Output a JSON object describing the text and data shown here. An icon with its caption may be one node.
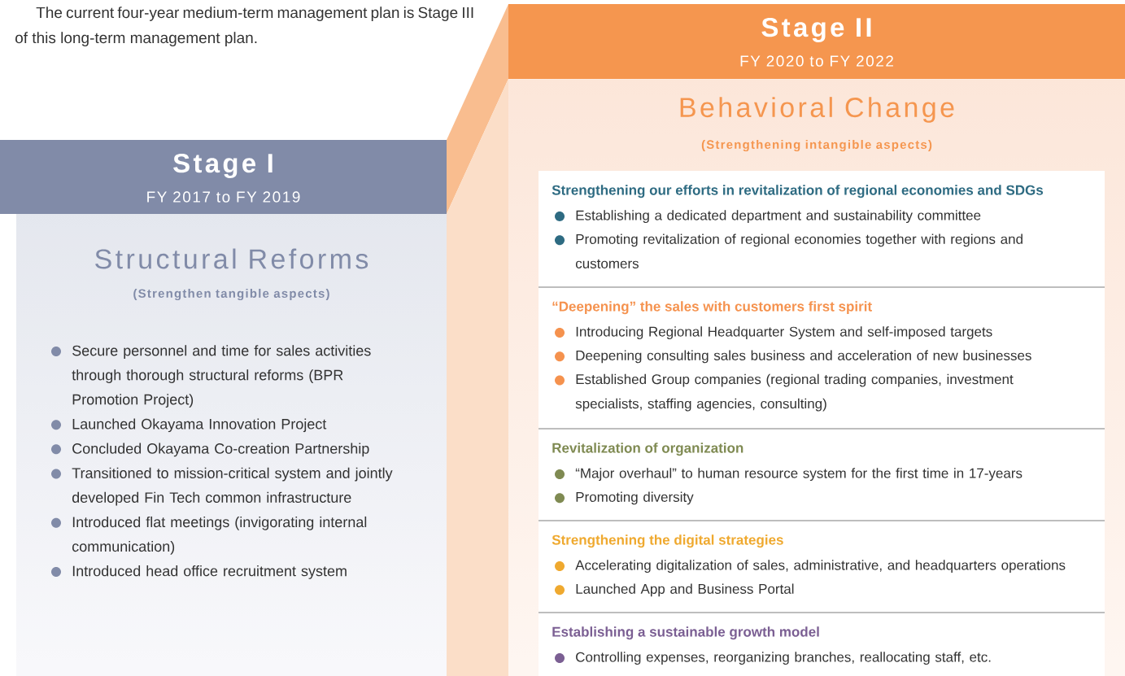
{
  "diagram": {
    "nodes": [
      {
        "text": [
          "Stage I",
          "FY 2017 to FY 2019"
        ]
      },
      {
        "text": [
          "Structural Reforms",
          "(Strengthen tangible aspects)",
          "Secure personnel and time for sales activities through thorough structural reforms (BPR Promotion Project)",
          "Launched Okayama Innovation Project",
          "Concluded Okayama Co-creation Partnership",
          "Transitioned to mission-critical system and jointly developed Fin Tech common infrastructure",
          "Introduced flat meetings (invigorating internal communication)",
          "Introduced head office recruitment system"
        ]
      },
      {
        "text": [
          "Stage II",
          "FY 2020 to FY 2022"
        ]
      },
      {
        "text": [
          "Behavioral Change",
          "(Strengthening intangible aspects)"
        ]
      },
      {
        "text": [
          "Strengthening our efforts in revitalization of regional economies and SDGs",
          "Establishing a dedicated department and sustainability committee",
          "Promoting revitalization of regional economies together with regions and customers"
        ],
        "in": 3
      },
      {
        "text": [
          "“Deepening” the sales with customers first spirit",
          "Introducing Regional Headquarter System and self-imposed targets",
          "Deepening consulting sales business and acceleration of new businesses",
          "Established Group companies (regional trading companies, investment specialists, staffing agencies, consulting)"
        ],
        "in": 3
      },
      {
        "text": [
          "Revitalization of organization",
          "“Major overhaul” to human resource system for the first time in 17-years",
          "Promoting diversity"
        ],
        "in": 3
      },
      {
        "text": [
          "Strengthening the digital strategies",
          "Accelerating digitalization of sales, administrative, and headquarters operations",
          "Launched App and Business Portal"
        ],
        "in": 3
      },
      {
        "text": [
          "Establishing a sustainable growth model",
          "Controlling expenses, reorganizing branches, reallocating staff, etc."
        ],
        "in": 3
      }
    ],
    "labels": [
      "The current four-year medium-term management plan is Stage III of this long-term management plan."
    ]
  }
}
